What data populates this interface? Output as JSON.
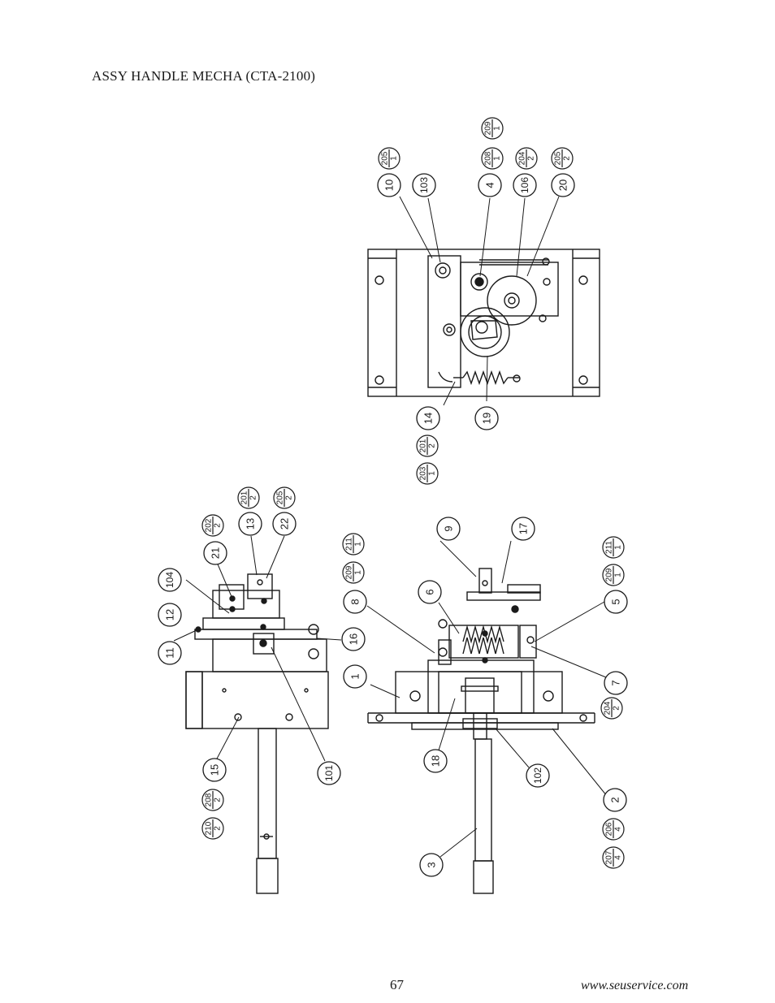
{
  "document": {
    "title": "ASSY HANDLE MECHA (CTA-2100)",
    "page_number": "67",
    "website": "www.seuservice.com"
  },
  "callouts": {
    "top_view": [
      {
        "id": "p10",
        "label": "10"
      },
      {
        "id": "p103",
        "label": "103"
      },
      {
        "id": "p4",
        "label": "4"
      },
      {
        "id": "p106",
        "label": "106"
      },
      {
        "id": "p20",
        "label": "20"
      },
      {
        "id": "p14",
        "label": "14"
      },
      {
        "id": "p19",
        "label": "19"
      }
    ],
    "side_view": [
      {
        "id": "p21",
        "label": "21"
      },
      {
        "id": "p13",
        "label": "13"
      },
      {
        "id": "p22",
        "label": "22"
      },
      {
        "id": "p104",
        "label": "104"
      },
      {
        "id": "p12",
        "label": "12"
      },
      {
        "id": "p11",
        "label": "11"
      },
      {
        "id": "p16",
        "label": "16"
      },
      {
        "id": "p15",
        "label": "15"
      },
      {
        "id": "p101",
        "label": "101"
      }
    ],
    "front_view": [
      {
        "id": "p9",
        "label": "9"
      },
      {
        "id": "p17",
        "label": "17"
      },
      {
        "id": "p8",
        "label": "8"
      },
      {
        "id": "p6",
        "label": "6"
      },
      {
        "id": "p5",
        "label": "5"
      },
      {
        "id": "p1",
        "label": "1"
      },
      {
        "id": "p7",
        "label": "7"
      },
      {
        "id": "p18",
        "label": "18"
      },
      {
        "id": "p102",
        "label": "102"
      },
      {
        "id": "p2",
        "label": "2"
      },
      {
        "id": "p3",
        "label": "3"
      }
    ]
  },
  "quantity_callouts": [
    {
      "id": "q205a",
      "part": "205",
      "qty": "1"
    },
    {
      "id": "q209a",
      "part": "209",
      "qty": "1"
    },
    {
      "id": "q208a",
      "part": "208",
      "qty": "1"
    },
    {
      "id": "q204a",
      "part": "204",
      "qty": "2"
    },
    {
      "id": "q205b",
      "part": "205",
      "qty": "2"
    },
    {
      "id": "q203",
      "part": "203",
      "qty": "1"
    },
    {
      "id": "q201a",
      "part": "201",
      "qty": "2"
    },
    {
      "id": "q202",
      "part": "202",
      "qty": "2"
    },
    {
      "id": "q201b",
      "part": "201",
      "qty": "2"
    },
    {
      "id": "q205c",
      "part": "205",
      "qty": "2"
    },
    {
      "id": "q211a",
      "part": "211",
      "qty": "1"
    },
    {
      "id": "q209b",
      "part": "209",
      "qty": "1"
    },
    {
      "id": "q211b",
      "part": "211",
      "qty": "1"
    },
    {
      "id": "q209c",
      "part": "209",
      "qty": "1"
    },
    {
      "id": "q204b",
      "part": "204",
      "qty": "2"
    },
    {
      "id": "q208b",
      "part": "208",
      "qty": "2"
    },
    {
      "id": "q210",
      "part": "210",
      "qty": "2"
    },
    {
      "id": "q206",
      "part": "206",
      "qty": "4"
    },
    {
      "id": "q207",
      "part": "207",
      "qty": "4"
    }
  ]
}
